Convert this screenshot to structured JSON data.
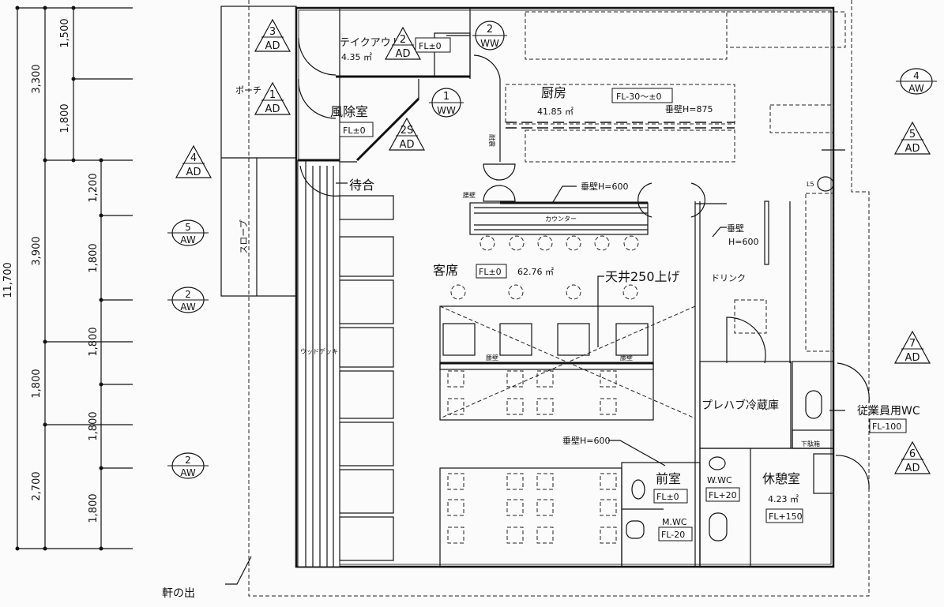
{
  "dimensions": {
    "total": "11,700",
    "col2": [
      "3,300",
      "3,900",
      "1,800",
      "2,700"
    ],
    "col3": [
      "1,500",
      "1,800"
    ],
    "col4": [
      "1,200",
      "1,800",
      "1,800",
      "1,800",
      "1,800"
    ]
  },
  "markers": {
    "ad": [
      {
        "num": "3",
        "code": "AD"
      },
      {
        "num": "2",
        "code": "AD"
      },
      {
        "num": "1",
        "code": "AD"
      },
      {
        "num": "2S",
        "code": "AD"
      },
      {
        "num": "4",
        "code": "AD"
      },
      {
        "num": "5",
        "code": "AD"
      },
      {
        "num": "7",
        "code": "AD"
      },
      {
        "num": "6",
        "code": "AD"
      }
    ],
    "aw": [
      {
        "num": "5",
        "code": "AW"
      },
      {
        "num": "2",
        "code": "AW"
      },
      {
        "num": "2",
        "code": "AW"
      },
      {
        "num": "4",
        "code": "AW"
      }
    ],
    "ww": [
      {
        "num": "2",
        "code": "WW"
      },
      {
        "num": "1",
        "code": "WW"
      }
    ]
  },
  "rooms": {
    "takeout": {
      "name": "テイクアウト",
      "area": "4.35 ㎡",
      "fl": "FL±0"
    },
    "porch": {
      "name": "ポーチ"
    },
    "windbreak": {
      "name": "風除室",
      "fl": "FL±0"
    },
    "waiting": {
      "name": "待合"
    },
    "slope": {
      "name": "スロープ"
    },
    "deck": {
      "name": "ウッドデッキ"
    },
    "kitchen": {
      "name": "厨房",
      "area": "41.85 ㎡",
      "fl": "FL-30～±0"
    },
    "seating": {
      "name": "客席",
      "fl": "FL±0",
      "area": "62.76 ㎡"
    },
    "drink": {
      "name": "ドリンク"
    },
    "fridge": {
      "name": "プレハブ冷蔵庫"
    },
    "staff_wc": {
      "name": "従業員用WC",
      "fl": "FL-100"
    },
    "shoe_box": {
      "name": "下駄箱"
    },
    "anteroom": {
      "name": "前室",
      "fl": "FL±0"
    },
    "w_wc": {
      "name": "W.WC",
      "fl": "FL+20"
    },
    "m_wc": {
      "name": "M.WC",
      "fl": "FL-20"
    },
    "rest": {
      "name": "休憩室",
      "area": "4.23 ㎡",
      "fl": "FL+150"
    }
  },
  "notes": {
    "hanging_wall_875": "垂壁H=875",
    "hanging_wall_600_counter": "垂壁H=600",
    "hanging_wall_drink_1": "垂壁",
    "hanging_wall_drink_2": "H=600",
    "hanging_wall_600_wc": "垂壁H=600",
    "waist_wall": "腰壁",
    "counter": "カウンター",
    "ceiling": "天井250上げ",
    "fire_wall": "耐震",
    "l5": "L5",
    "eaves": "軒の出"
  }
}
